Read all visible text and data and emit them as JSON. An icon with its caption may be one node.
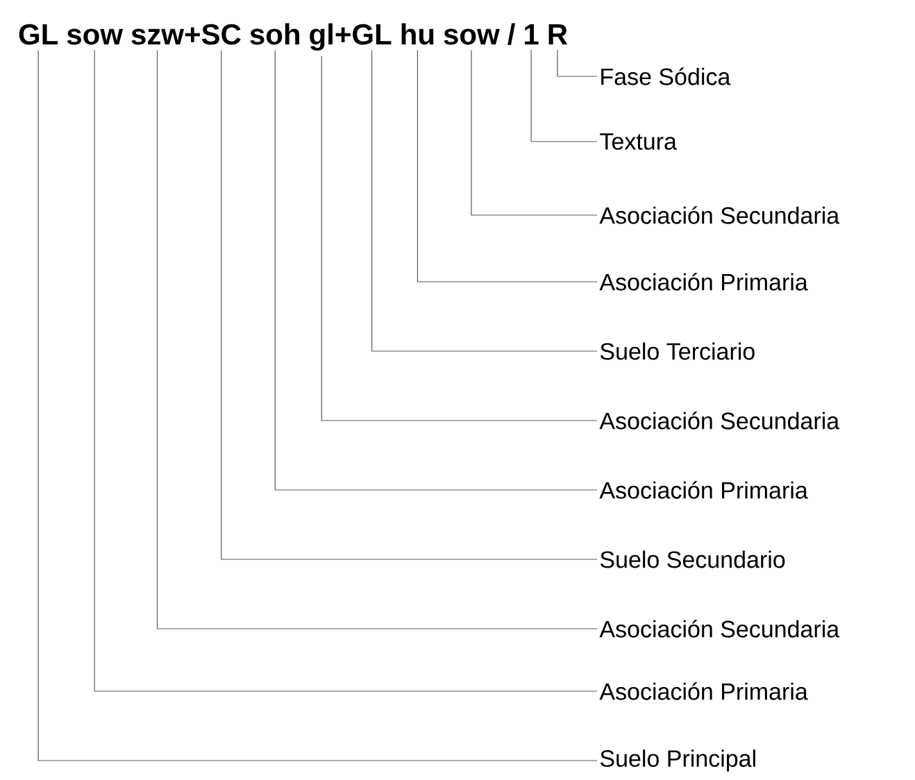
{
  "diagram": {
    "nodes": [
      {
        "text": [
          "GL"
        ]
      },
      {
        "text": [
          "sow"
        ]
      },
      {
        "text": [
          "szw"
        ]
      },
      {
        "text": [
          "SC"
        ]
      },
      {
        "text": [
          "soh"
        ]
      },
      {
        "text": [
          "gl"
        ]
      },
      {
        "text": [
          "GL"
        ]
      },
      {
        "text": [
          "hu"
        ]
      },
      {
        "text": [
          "sow"
        ]
      },
      {
        "text": [
          "1"
        ]
      },
      {
        "text": [
          "R"
        ]
      },
      {
        "text": [
          "Fase Sódica"
        ]
      },
      {
        "text": [
          "Textura"
        ]
      },
      {
        "text": [
          "Asociación Secundaria"
        ]
      },
      {
        "text": [
          "Asociación Primaria"
        ]
      },
      {
        "text": [
          "Suelo Terciario"
        ]
      },
      {
        "text": [
          "Asociación Secundaria"
        ]
      },
      {
        "text": [
          "Asociación Primaria"
        ]
      },
      {
        "text": [
          "Suelo Secundario"
        ]
      },
      {
        "text": [
          "Asociación Secundaria"
        ]
      },
      {
        "text": [
          "Asociación Primaria"
        ]
      },
      {
        "text": [
          "Suelo Principal"
        ]
      }
    ],
    "edges": [
      {
        "from": 11,
        "to": 10,
        "arrow": "none"
      },
      {
        "from": 12,
        "to": 9,
        "arrow": "none"
      },
      {
        "from": 13,
        "to": 8,
        "arrow": "none"
      },
      {
        "from": 14,
        "to": 7,
        "arrow": "none"
      },
      {
        "from": 15,
        "to": 6,
        "arrow": "none"
      },
      {
        "from": 16,
        "to": 5,
        "arrow": "none"
      },
      {
        "from": 17,
        "to": 4,
        "arrow": "none"
      },
      {
        "from": 18,
        "to": 3,
        "arrow": "none"
      },
      {
        "from": 19,
        "to": 2,
        "arrow": "none"
      },
      {
        "from": 20,
        "to": 1,
        "arrow": "none"
      },
      {
        "from": 21,
        "to": 0,
        "arrow": "none"
      }
    ],
    "labels": [
      "+",
      "+",
      "/"
    ]
  }
}
